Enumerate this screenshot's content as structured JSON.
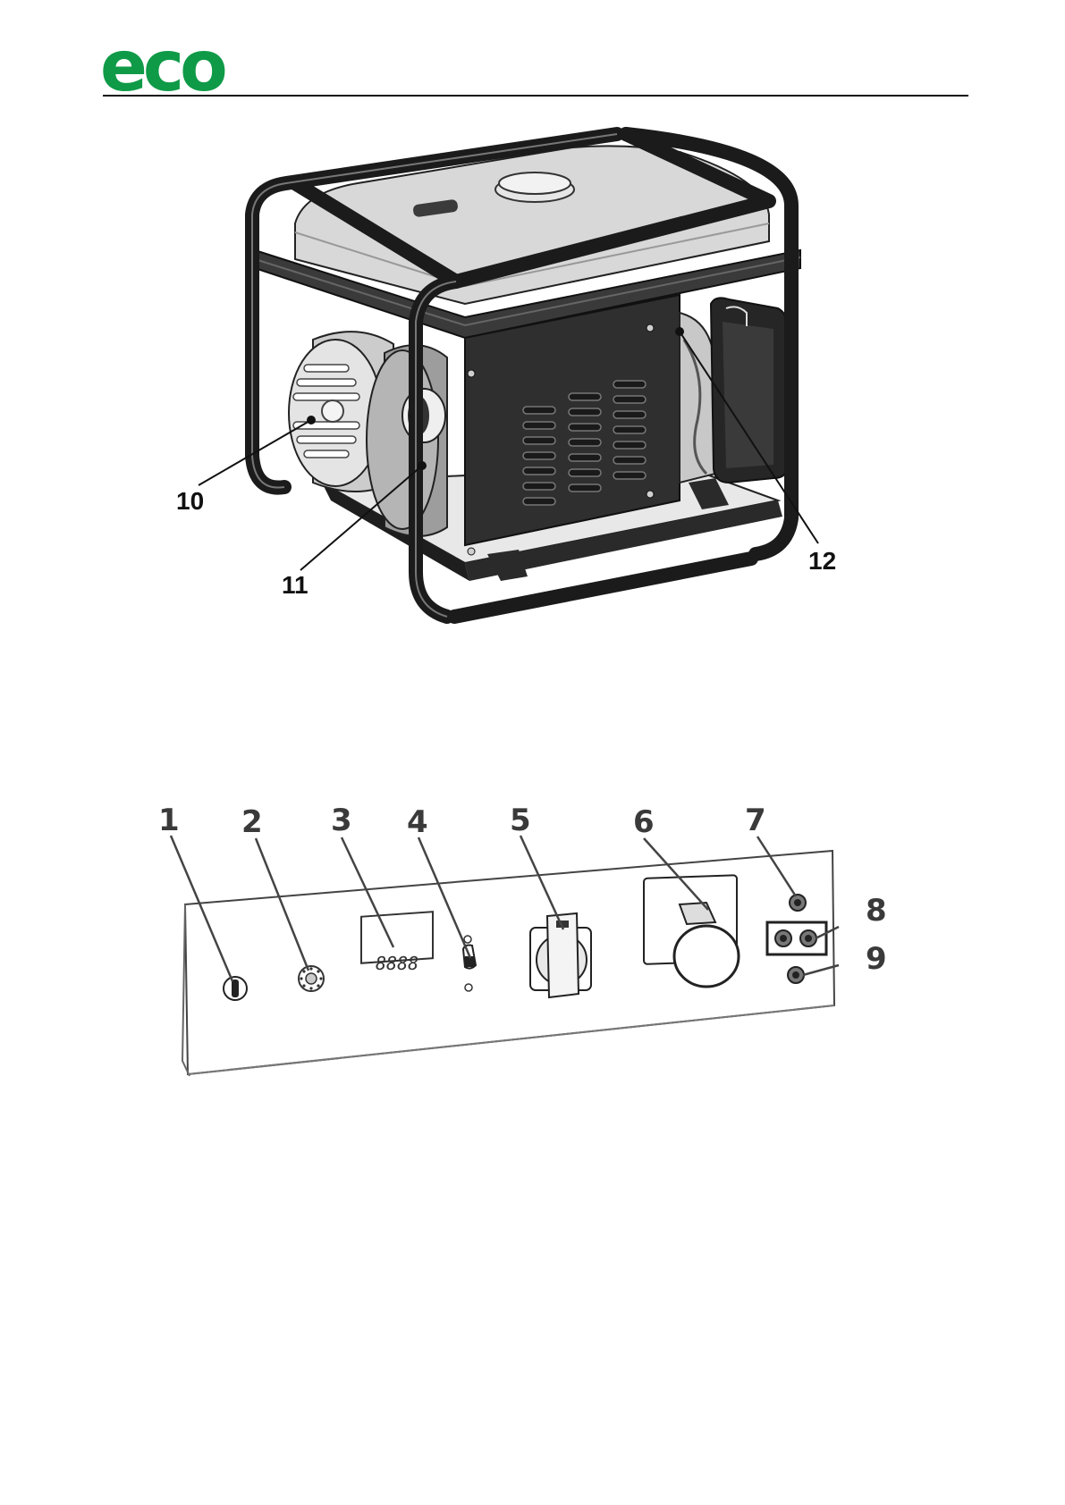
{
  "header": {
    "logo_text": "eco",
    "logo_color": "#0f9a47"
  },
  "figure_generator": {
    "callouts": [
      {
        "number": "10",
        "label": "10"
      },
      {
        "number": "11",
        "label": "11"
      },
      {
        "number": "12",
        "label": "12"
      }
    ],
    "colors": {
      "frame": "#1e1e1e",
      "tank": "#d6d6d6",
      "body": "#2f2f2f",
      "filter": "#b9b9b9"
    }
  },
  "figure_panel": {
    "callouts": [
      "1",
      "2",
      "3",
      "4",
      "5",
      "6",
      "7",
      "8",
      "9"
    ],
    "display_digits": "8888"
  }
}
